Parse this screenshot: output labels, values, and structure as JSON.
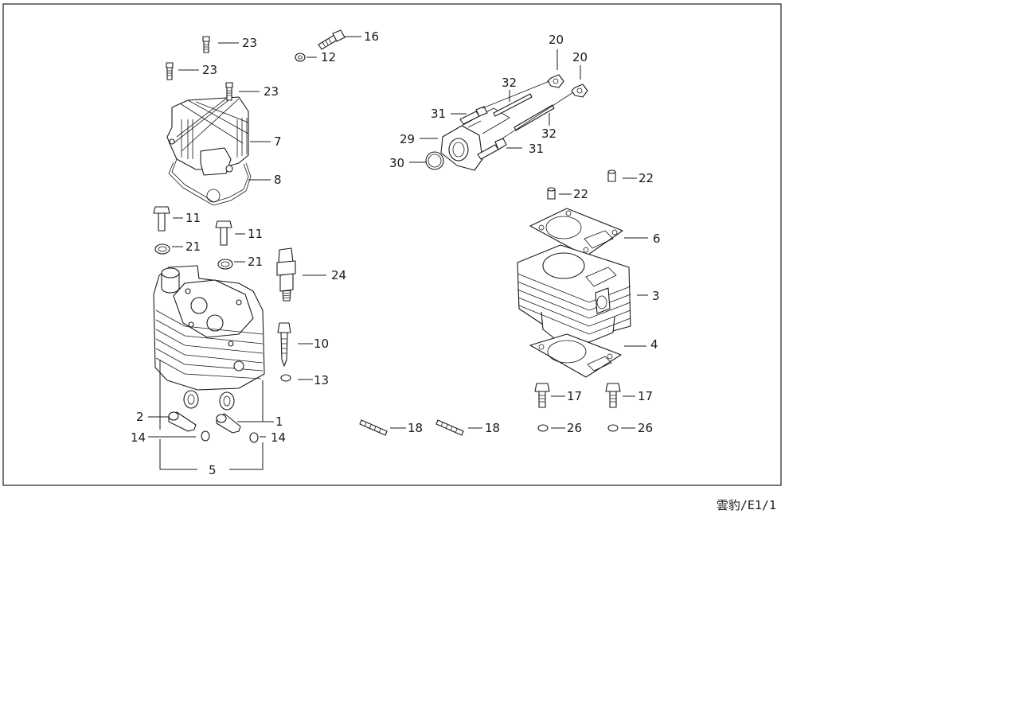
{
  "diagram": {
    "callouts": [
      {
        "id": "c23a",
        "text": "23"
      },
      {
        "id": "c23b",
        "text": "23"
      },
      {
        "id": "c23c",
        "text": "23"
      },
      {
        "id": "c16",
        "text": "16"
      },
      {
        "id": "c12",
        "text": "12"
      },
      {
        "id": "c7",
        "text": "7"
      },
      {
        "id": "c8",
        "text": "8"
      },
      {
        "id": "c11a",
        "text": "11"
      },
      {
        "id": "c11b",
        "text": "11"
      },
      {
        "id": "c21a",
        "text": "21"
      },
      {
        "id": "c21b",
        "text": "21"
      },
      {
        "id": "c24",
        "text": "24"
      },
      {
        "id": "c10",
        "text": "10"
      },
      {
        "id": "c13",
        "text": "13"
      },
      {
        "id": "c2",
        "text": "2"
      },
      {
        "id": "c1",
        "text": "1"
      },
      {
        "id": "c14a",
        "text": "14"
      },
      {
        "id": "c14b",
        "text": "14"
      },
      {
        "id": "c5",
        "text": "5"
      },
      {
        "id": "c18a",
        "text": "18"
      },
      {
        "id": "c18b",
        "text": "18"
      },
      {
        "id": "c20a",
        "text": "20"
      },
      {
        "id": "c20b",
        "text": "20"
      },
      {
        "id": "c32a",
        "text": "32"
      },
      {
        "id": "c32b",
        "text": "32"
      },
      {
        "id": "c31a",
        "text": "31"
      },
      {
        "id": "c31b",
        "text": "31"
      },
      {
        "id": "c29",
        "text": "29"
      },
      {
        "id": "c30",
        "text": "30"
      },
      {
        "id": "c22a",
        "text": "22"
      },
      {
        "id": "c22b",
        "text": "22"
      },
      {
        "id": "c6",
        "text": "6"
      },
      {
        "id": "c3",
        "text": "3"
      },
      {
        "id": "c4",
        "text": "4"
      },
      {
        "id": "c17a",
        "text": "17"
      },
      {
        "id": "c17b",
        "text": "17"
      },
      {
        "id": "c26a",
        "text": "26"
      },
      {
        "id": "c26b",
        "text": "26"
      }
    ],
    "page_ref": "雲豹/E1/1"
  }
}
